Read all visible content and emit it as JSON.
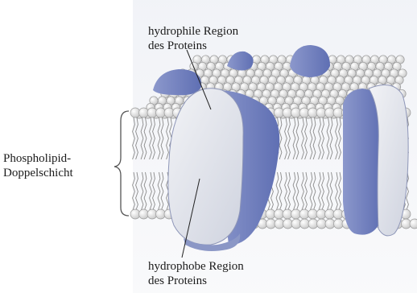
{
  "labels": {
    "hydrophilic": [
      "hydrophile Region",
      "des Proteins"
    ],
    "hydrophobic": [
      "hydrophobe Region",
      "des Proteins"
    ],
    "bilayer": [
      "Phospholipid-",
      "Doppelschicht"
    ]
  },
  "colors": {
    "protein_light": "#e6e8ee",
    "protein_dark": "#6f7fbf",
    "protein_mid": "#9aa3cf",
    "head": "#f4f4f4",
    "head_stroke": "#9a9a9a",
    "tail": "#8a8a8a",
    "background_tint": "#e9ecf3"
  }
}
